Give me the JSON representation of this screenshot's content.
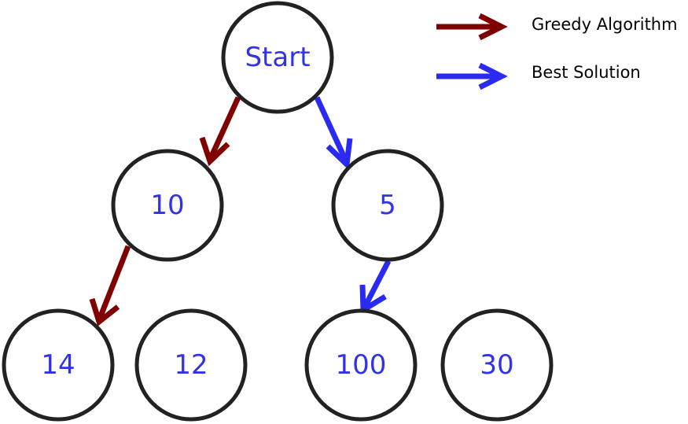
{
  "colors": {
    "greedy": "#800000",
    "best": "#2a2af0",
    "node_text": "#3232e6",
    "node_stroke": "#222222"
  },
  "legend": {
    "greedy_label": "Greedy Algorithm",
    "best_label": "Best Solution"
  },
  "nodes": {
    "start": "Start",
    "n10": "10",
    "n5": "5",
    "n14": "14",
    "n12": "12",
    "n100": "100",
    "n30": "30"
  }
}
